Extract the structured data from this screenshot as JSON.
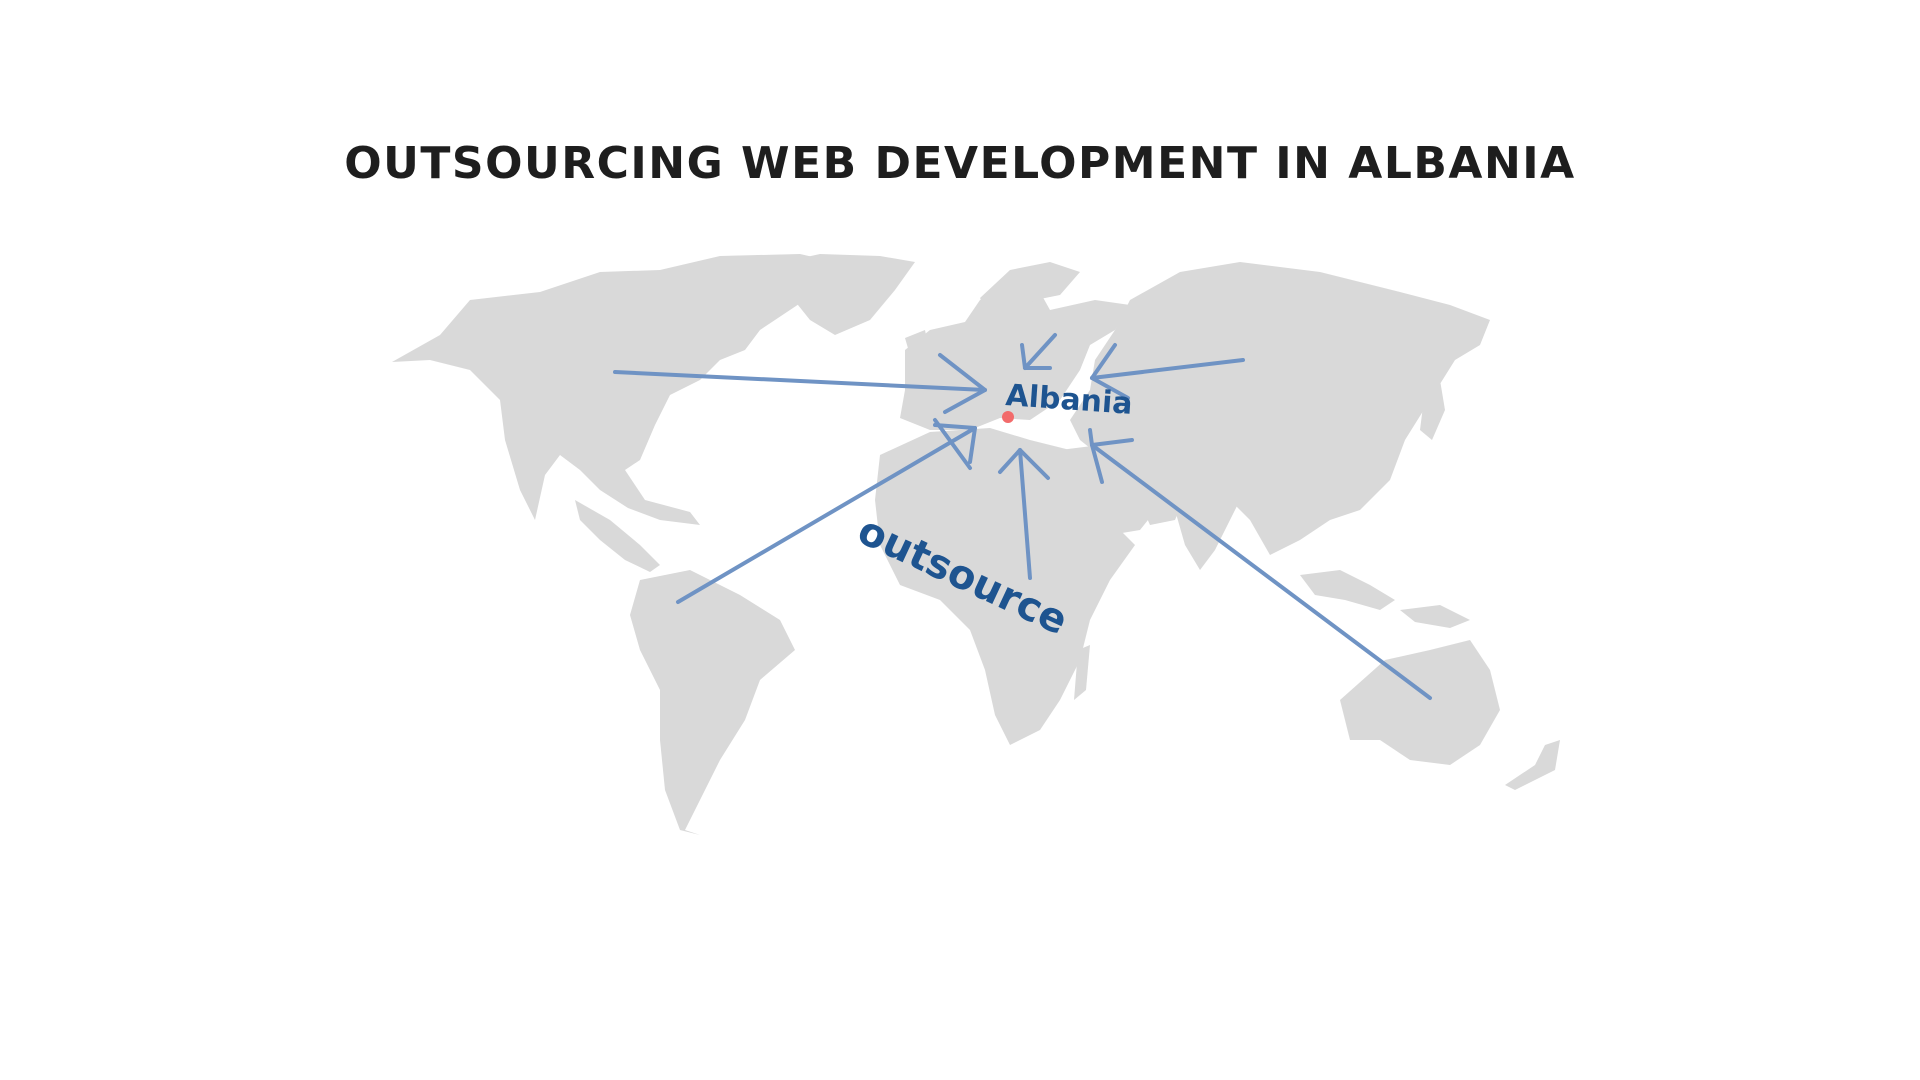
{
  "title": "OUTSOURCING WEB DEVELOPMENT IN ALBANIA",
  "labels": {
    "destination": "Albania",
    "action": "outsource"
  },
  "colors": {
    "land": "#d9d9d9",
    "arrow": "#6f93c4",
    "label": "#1e5490",
    "marker": "#f26b6b",
    "title": "#1e1e1e"
  }
}
